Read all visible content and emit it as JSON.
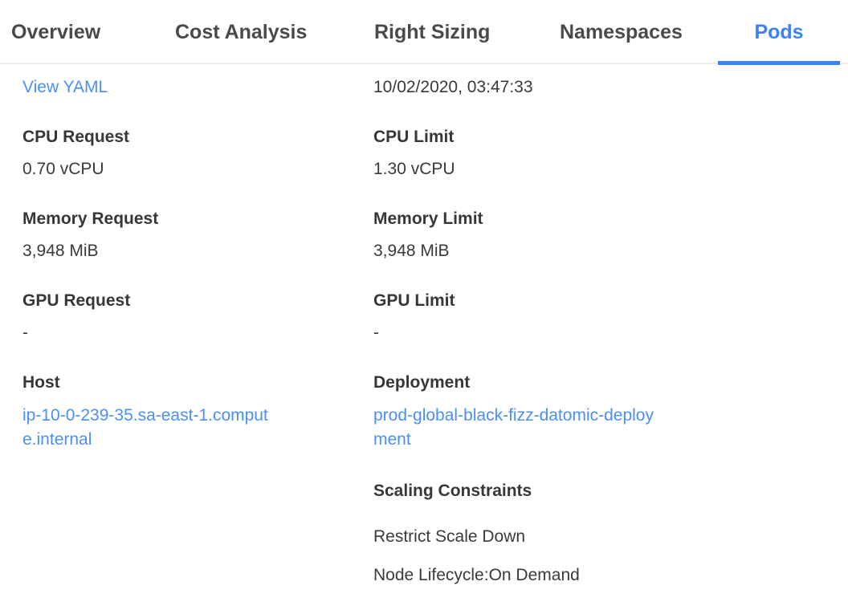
{
  "tabs": [
    {
      "label": "Overview",
      "active": false
    },
    {
      "label": "Cost Analysis",
      "active": false
    },
    {
      "label": "Right Sizing",
      "active": false
    },
    {
      "label": "Namespaces",
      "active": false
    },
    {
      "label": "Pods",
      "active": true
    }
  ],
  "panel": {
    "view_yaml": "View YAML",
    "timestamp": "10/02/2020, 03:47:33",
    "cpu_request": {
      "label": "CPU Request",
      "value": "0.70 vCPU"
    },
    "cpu_limit": {
      "label": "CPU Limit",
      "value": "1.30 vCPU"
    },
    "memory_request": {
      "label": "Memory Request",
      "value": "3,948 MiB"
    },
    "memory_limit": {
      "label": "Memory Limit",
      "value": "3,948 MiB"
    },
    "gpu_request": {
      "label": "GPU Request",
      "value": "-"
    },
    "gpu_limit": {
      "label": "GPU Limit",
      "value": "-"
    },
    "host": {
      "label": "Host",
      "value": "ip-10-0-239-35.sa-east-1.compute.internal"
    },
    "deployment": {
      "label": "Deployment",
      "value": "prod-global-black-fizz-datomic-deployment"
    },
    "scaling_constraints": {
      "label": "Scaling Constraints",
      "items": [
        "Restrict Scale Down",
        "Node Lifecycle:On Demand"
      ]
    }
  },
  "colors": {
    "accent": "#3b82f6",
    "link": "#4a90f4",
    "label": "#373737",
    "value": "#3a3a3a",
    "tab-text": "#4a4a4a",
    "divider": "#ececec",
    "bg": "#ffffff"
  }
}
